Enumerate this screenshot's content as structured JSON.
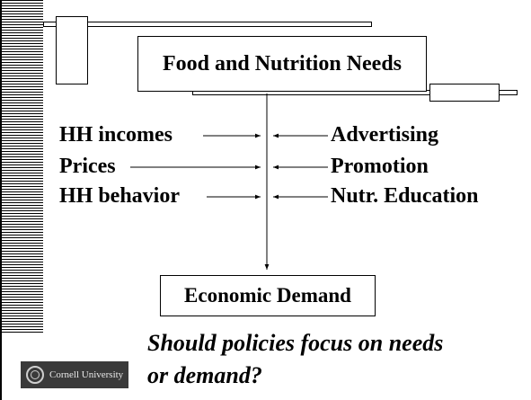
{
  "diagram": {
    "title": "Food and Nutrition Needs",
    "bottom_box": "Economic Demand",
    "left_factors": [
      "HH incomes",
      "Prices",
      "HH behavior"
    ],
    "right_factors": [
      "Advertising",
      "Promotion",
      "Nutr. Education"
    ],
    "question": "Should policies focus on needs or demand?"
  },
  "logo": {
    "text": "Cornell University"
  }
}
